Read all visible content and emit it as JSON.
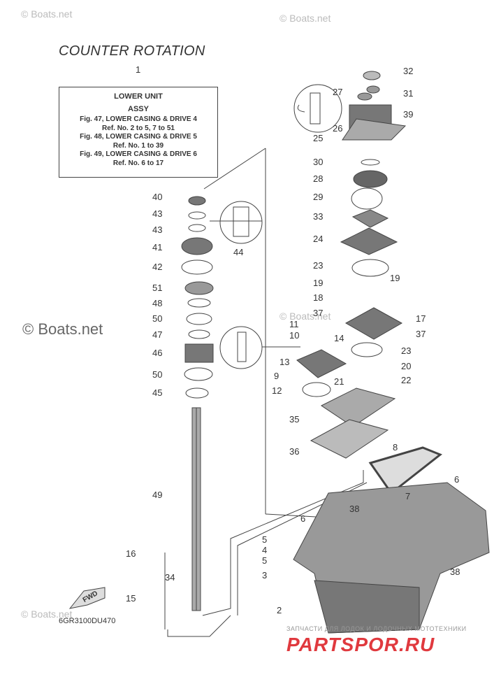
{
  "title": "COUNTER ROTATION",
  "ref_number": "1",
  "assy_box": {
    "lines": [
      "LOWER UNIT",
      "ASSY",
      "Fig. 47, LOWER CASING & DRIVE 4",
      "Ref. No. 2 to 5, 7 to 51",
      "Fig. 48, LOWER CASING & DRIVE 5",
      "Ref. No. 1 to 39",
      "Fig. 49, LOWER CASING & DRIVE 6",
      "Ref. No. 6 to 17"
    ]
  },
  "watermarks": [
    "© Boats.net",
    "© Boats.net",
    "© Boats.net",
    "© Boats.net",
    "© Boats.net"
  ],
  "diagram_code": "6GR3100DU470",
  "fwd_label": "FWD",
  "brand": {
    "subtitle": "ЗАПЧАСТИ ДЛЯ ЛОДОК И ЛОДОЧНЫХ МОТОТЕХНИКИ",
    "name": "PARTSPOR.RU"
  },
  "part_labels": {
    "p32": "32",
    "p27": "27",
    "p31": "31",
    "p26": "26",
    "p39": "39",
    "p25": "25",
    "p30": "30",
    "p28": "28",
    "p29": "29",
    "p33": "33",
    "p24": "24",
    "p23a": "23",
    "p19a": "19",
    "p19b": "19",
    "p18": "18",
    "p37a": "37",
    "p17": "17",
    "p37b": "37",
    "p11": "11",
    "p10": "10",
    "p14": "14",
    "p23b": "23",
    "p13": "13",
    "p20": "20",
    "p9": "9",
    "p21": "21",
    "p22": "22",
    "p12": "12",
    "p35": "35",
    "p36": "36",
    "p8": "8",
    "p6a": "6",
    "p7": "7",
    "p38a": "38",
    "p6b": "6",
    "p5a": "5",
    "p4": "4",
    "p5b": "5",
    "p3": "3",
    "p38b": "38",
    "p2": "2",
    "p40": "40",
    "p43a": "43",
    "p43b": "43",
    "p41": "41",
    "p44": "44",
    "p42": "42",
    "p51": "51",
    "p48": "48",
    "p50a": "50",
    "p47": "47",
    "p46": "46",
    "p50b": "50",
    "p45": "45",
    "p49": "49",
    "p16": "16",
    "p34": "34",
    "p15": "15"
  }
}
